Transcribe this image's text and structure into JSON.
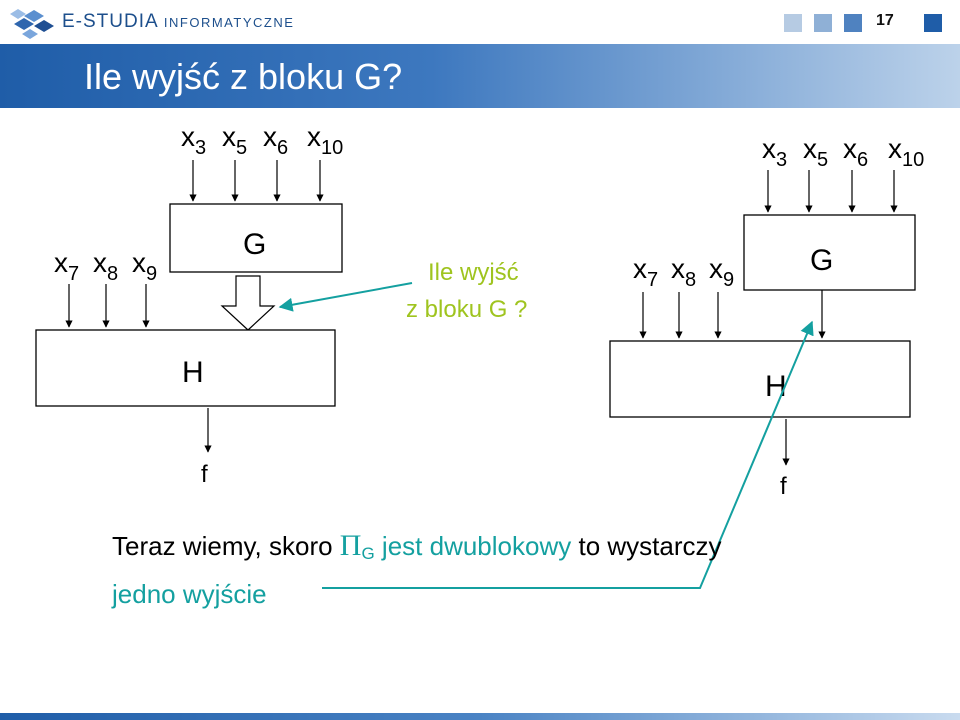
{
  "header": {
    "brand_main": "E-STUDIA",
    "brand_small": "INFORMATYCZNE",
    "page_number": "17",
    "square_colors": [
      "#b6cbe3",
      "#8fb0d6",
      "#4f82c0",
      "#1f5da8"
    ]
  },
  "title": "Ile wyjść z bloku G?",
  "colors": {
    "accent_green": "#9fc41f",
    "accent_teal": "#14a0a0"
  },
  "diagram_left": {
    "top_inputs": [
      {
        "base": "x",
        "sub": "3"
      },
      {
        "base": "x",
        "sub": "5"
      },
      {
        "base": "x",
        "sub": "6"
      },
      {
        "base": "x",
        "sub": "10"
      }
    ],
    "side_inputs": [
      {
        "base": "x",
        "sub": "7"
      },
      {
        "base": "x",
        "sub": "8"
      },
      {
        "base": "x",
        "sub": "9"
      }
    ],
    "block_g": "G",
    "block_h": "H",
    "output": "f"
  },
  "diagram_right": {
    "top_inputs": [
      {
        "base": "x",
        "sub": "3"
      },
      {
        "base": "x",
        "sub": "5"
      },
      {
        "base": "x",
        "sub": "6"
      },
      {
        "base": "x",
        "sub": "10"
      }
    ],
    "side_inputs": [
      {
        "base": "x",
        "sub": "7"
      },
      {
        "base": "x",
        "sub": "8"
      },
      {
        "base": "x",
        "sub": "9"
      }
    ],
    "block_g": "G",
    "block_h": "H",
    "output": "f"
  },
  "note": {
    "line1": "Ile wyjść",
    "line2": "z bloku G ?"
  },
  "sentence": {
    "part1": "Teraz wiemy, skoro ",
    "pi_symbol": "Π",
    "pi_subscript": "G",
    "part2": " jest dwublokowy",
    "part3": " to wystarczy",
    "line2": "jedno wyjście"
  }
}
